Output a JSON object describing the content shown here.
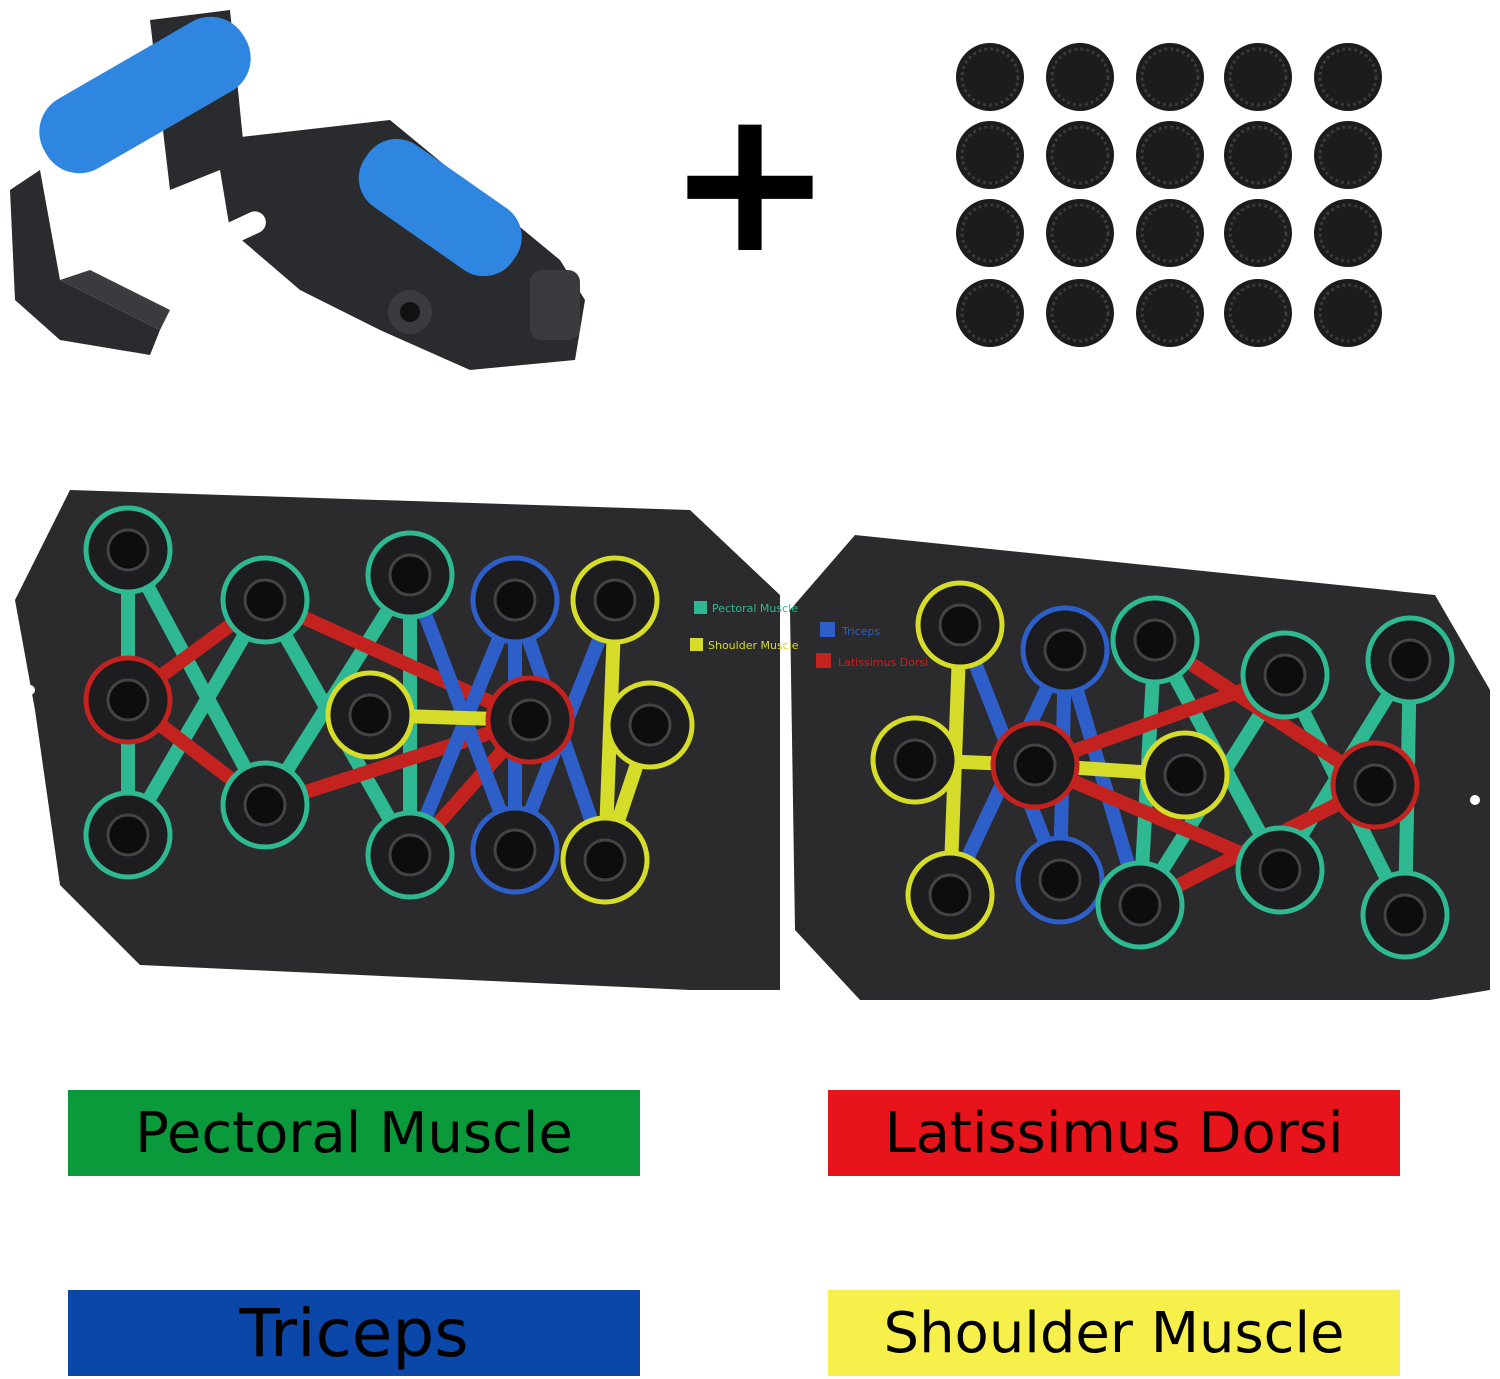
{
  "board_legend": {
    "left": [
      "Pectoral Muscle",
      "Shoulder Muscle"
    ],
    "right": [
      "Triceps",
      "Latissimus Dorsi"
    ]
  },
  "plus_symbol": "+",
  "labels": [
    {
      "text": "Pectoral Muscle",
      "color": "#0a9a3c"
    },
    {
      "text": "Latissimus Dorsi",
      "color": "#e8141b"
    },
    {
      "text": "Triceps",
      "color": "#0a47a8"
    },
    {
      "text": "Shoulder Muscle",
      "color": "#f7f04a"
    }
  ],
  "colors": {
    "green": "#2fb993",
    "red": "#c4221f",
    "blue": "#2e5fc8",
    "yellow": "#d6dc2a",
    "board": "#2b2b2d",
    "grip": "#2f86e0"
  }
}
